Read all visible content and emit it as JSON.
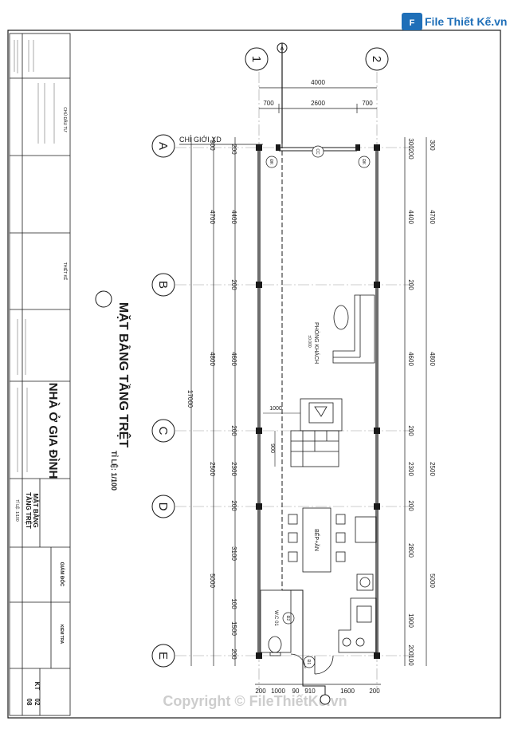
{
  "watermark": {
    "logo_text": "File Thiết Kế.vn",
    "copyright": "Copyright © FileThiếtKế.vn"
  },
  "drawing": {
    "title": "MẶT BẰNG TẦNG TRỆT",
    "scale": "TỈ LỆ: 1/100",
    "project": "NHÀ Ở GIA ĐÌNH",
    "setback_label": "CHỈ GIỚI XD",
    "section_marker": "A"
  },
  "grid_axes": {
    "horizontal": [
      "A",
      "B",
      "C",
      "D",
      "E"
    ],
    "vertical": [
      "1",
      "2"
    ]
  },
  "dimensions": {
    "top_total": "4000",
    "top_parts": [
      "700",
      "2600",
      "700"
    ],
    "left_overall": "17000",
    "left_outer": [
      "300",
      "4700",
      "4800",
      "2500",
      "5000"
    ],
    "left_inner": [
      "200",
      "4400",
      "200",
      "4600",
      "200",
      "2300",
      "200",
      "3100",
      "100",
      "1500",
      "200"
    ],
    "right_outer": [
      "300",
      "4700",
      "4800",
      "2500",
      "5000"
    ],
    "right_inner": [
      "300",
      "200",
      "4400",
      "200",
      "4600",
      "200",
      "2300",
      "200",
      "2800",
      "1900",
      "200",
      "100"
    ],
    "bottom_parts": [
      "200",
      "1000",
      "90",
      "910",
      "1600",
      "200"
    ],
    "stair_width": "1000",
    "stair_depth": "900"
  },
  "rooms": {
    "living": "PHÒNG KHÁCH",
    "living_level": "±0.000",
    "dining": "BẾP+ĂN",
    "wc": "W.C 01"
  },
  "door_tags": [
    "ĐK",
    "CC",
    "ĐK",
    "Đ2",
    "Đ1"
  ],
  "title_block": {
    "kt_label": "KT",
    "sheet_no": "02",
    "sheet_total": "08",
    "scale_row": "TỈ LỆ: 1/100",
    "sheet_title_1": "MẶT BẰNG",
    "sheet_title_2": "TẦNG TRỆT",
    "director": "GIÁM ĐỐC",
    "checker": "KIỂM TRA",
    "designer": "THIẾT KẾ",
    "chief": "CHỦ ĐẦU TƯ"
  },
  "colors": {
    "line": "#1a1a1a",
    "wall": "#8a8a8a",
    "dim_red": "#c0392b",
    "logo_blue": "#1f6fb8",
    "logo_red": "#d62828"
  }
}
